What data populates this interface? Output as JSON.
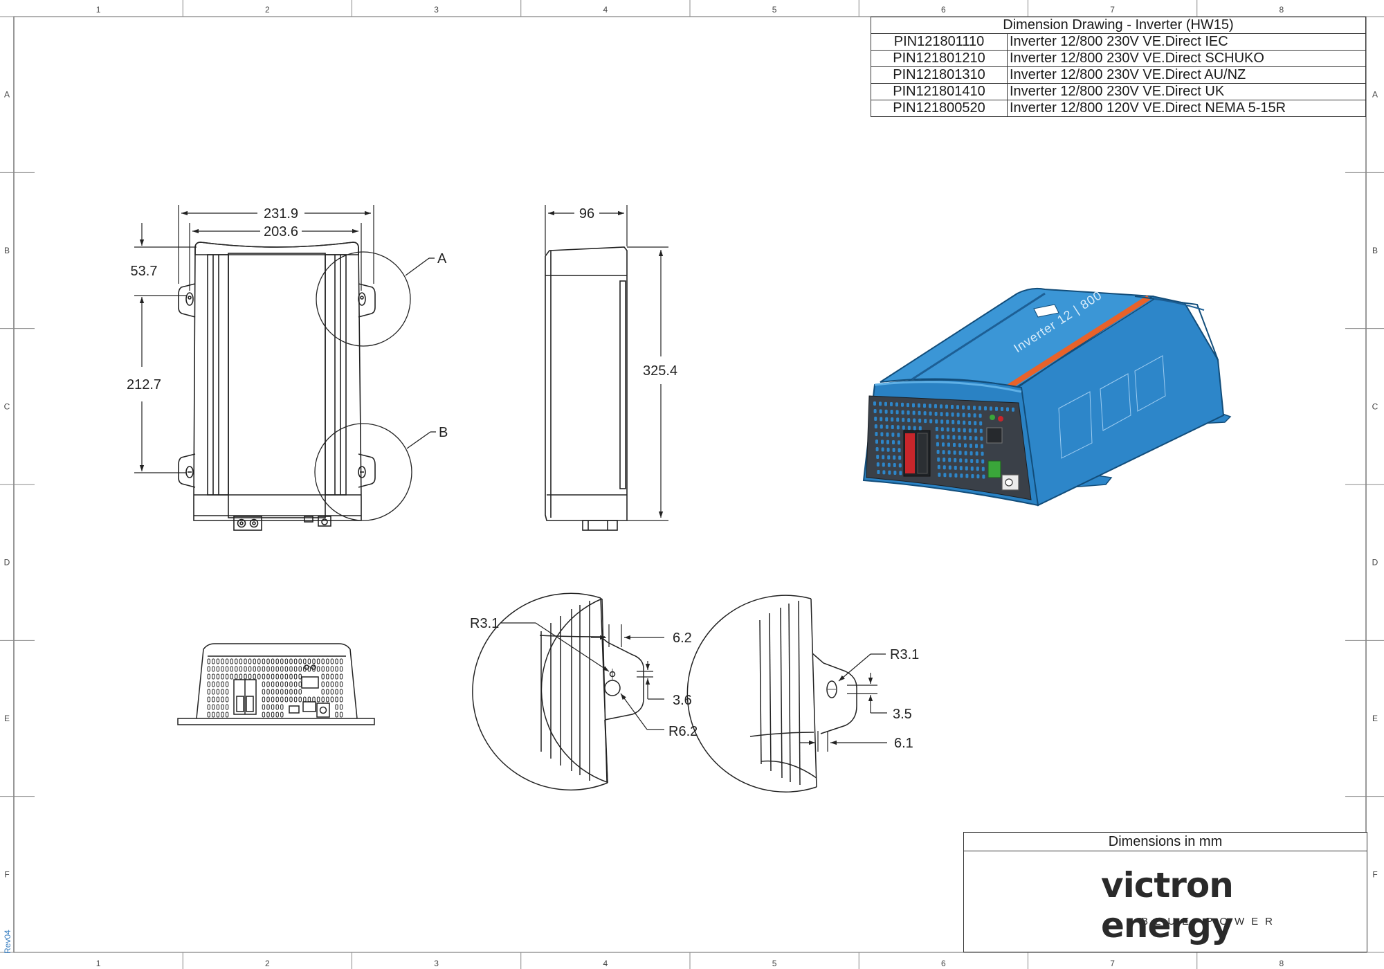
{
  "title_table": {
    "title": "Dimension Drawing - Inverter (HW15)",
    "rows": [
      {
        "part_number": "PIN121801110",
        "description": "Inverter 12/800 230V VE.Direct IEC"
      },
      {
        "part_number": "PIN121801210",
        "description": "Inverter 12/800 230V VE.Direct SCHUKO"
      },
      {
        "part_number": "PIN121801310",
        "description": "Inverter 12/800 230V VE.Direct AU/NZ"
      },
      {
        "part_number": "PIN121801410",
        "description": "Inverter 12/800 230V VE.Direct UK"
      },
      {
        "part_number": "PIN121800520",
        "description": "Inverter 12/800 120V VE.Direct NEMA 5-15R"
      }
    ]
  },
  "grid": {
    "columns": [
      "1",
      "2",
      "3",
      "4",
      "5",
      "6",
      "7",
      "8"
    ],
    "rows": [
      "A",
      "B",
      "C",
      "D",
      "E",
      "F"
    ]
  },
  "front_view": {
    "overall_width": "231.9",
    "mount_width": "203.6",
    "top_offset": "53.7",
    "hole_spacing": "212.7",
    "detail_a": "A",
    "detail_b": "B"
  },
  "side_view": {
    "depth": "96",
    "height": "325.4"
  },
  "detail_a_view": {
    "radius_small": "R3.1",
    "width": "6.2",
    "slot": "3.6",
    "radius_large": "R6.2"
  },
  "detail_b_view": {
    "radius": "R3.1",
    "slot": "3.5",
    "width": "6.1"
  },
  "iso_label": "Inverter 12 | 800",
  "title_block": {
    "units_note": "Dimensions in mm",
    "brand": "victron energy",
    "tagline": "BLUE POWER"
  },
  "revision": "Rev04",
  "colors": {
    "case_blue": "#2d86c9",
    "case_dark_blue": "#1d5f95",
    "accent_orange": "#e8622a",
    "terminal_red": "#c8262b",
    "terminal_green": "#3aa63a",
    "logo_blue": "#2a78c2"
  }
}
